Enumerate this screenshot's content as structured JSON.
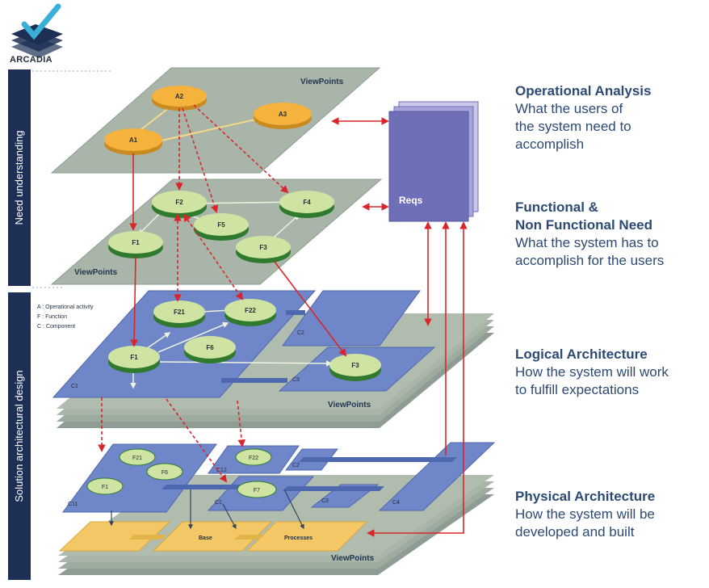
{
  "logo": {
    "text": "ARCADIA"
  },
  "side_labels": {
    "need": "Need understanding",
    "solution": "Solution architectural design"
  },
  "legend": {
    "a": "A : Operational activity",
    "f": "F : Function",
    "c": "C : Component"
  },
  "layers": {
    "operational": {
      "viewpoints": "ViewPoints",
      "nodes": [
        "A2",
        "A1",
        "A3"
      ]
    },
    "functional": {
      "viewpoints": "ViewPoints",
      "nodes": [
        "F2",
        "F4",
        "F5",
        "F1",
        "F3"
      ]
    },
    "logical": {
      "viewpoints": "ViewPoints",
      "functions": [
        "F21",
        "F22",
        "F1",
        "F6",
        "F3"
      ],
      "components": [
        "C1",
        "C2",
        "C3"
      ]
    },
    "physical": {
      "viewpoints": "ViewPoints",
      "functions": [
        "F21",
        "F6",
        "F1",
        "F22",
        "F7"
      ],
      "components": [
        "C11",
        "C12",
        "C1",
        "C2",
        "C3",
        "C4"
      ],
      "nodes": [
        "Base",
        "Processes"
      ]
    }
  },
  "reqs": {
    "label": "Reqs"
  },
  "descriptions": [
    {
      "title": "Operational Analysis",
      "lines": [
        "What the users of",
        "the system need to",
        "accomplish"
      ]
    },
    {
      "title": "Functional &",
      "title2": "Non Functional Need",
      "lines": [
        "What the system has to",
        "accomplish for the users"
      ]
    },
    {
      "title": "Logical Architecture",
      "lines": [
        "How the system will work",
        "to fulfill expectations"
      ]
    },
    {
      "title": "Physical Architecture",
      "lines": [
        "How the system will be",
        "developed and built"
      ]
    }
  ],
  "colors": {
    "plate_gray": "#a8b5a8",
    "plate_blue": "#6f86c8",
    "plate_yellow": "#f3c766",
    "node_orange": "#f5b23c",
    "node_green": "#cfe3a3",
    "node_green_dark": "#2f7a2f",
    "reqs": "#6f6fb8",
    "arrow_red": "#d9262b",
    "sidebar_navy": "#1d2f54",
    "text_blue": "#2c4a73"
  }
}
